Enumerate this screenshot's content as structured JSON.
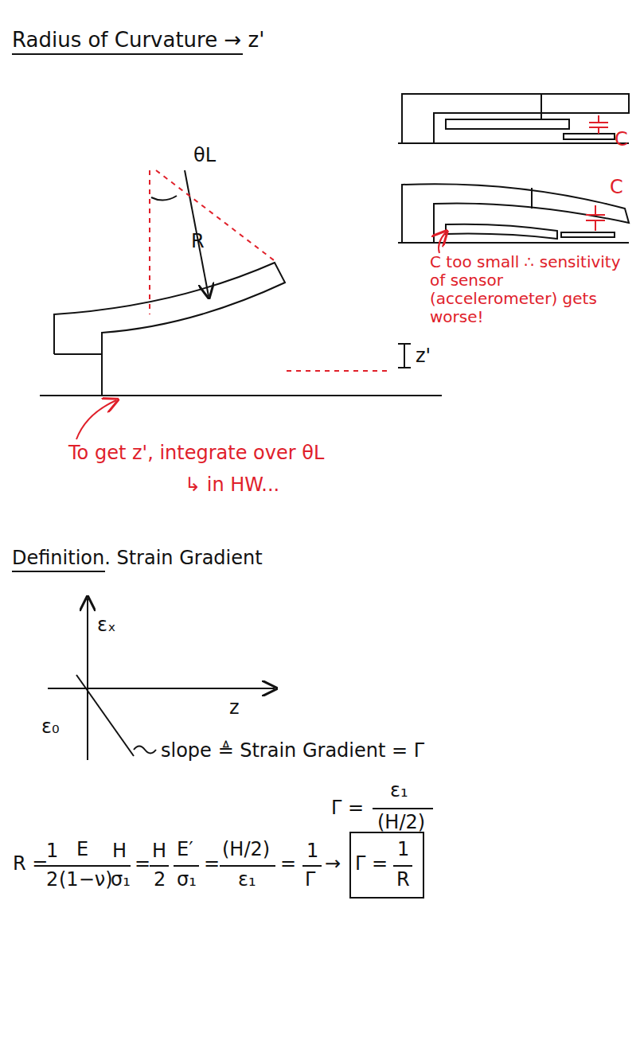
{
  "diagram": {
    "title": "Radius of Curvature → z'",
    "labels": [
      "C",
      "C",
      "θL",
      "R",
      "z'",
      "C too small ∴ sensitivity of sensor (accelerometer) gets worse!",
      "To get z', integrate over θL",
      "↳ in HW...",
      "Definition. Strain Gradient",
      "εₓ",
      "z",
      "ε₀",
      "slope ≜ Strain Gradient = Γ",
      "Γ =",
      "ε₁",
      "(H/2)",
      "R =",
      "1",
      "2",
      "E",
      "(1−ν)",
      "H",
      "σ₁",
      "=",
      "H",
      "2",
      "E′",
      "σ₁",
      "=",
      "(H/2)",
      "ε₁",
      "=",
      "1",
      "Γ",
      "→",
      "Γ =",
      "1",
      "R"
    ]
  }
}
